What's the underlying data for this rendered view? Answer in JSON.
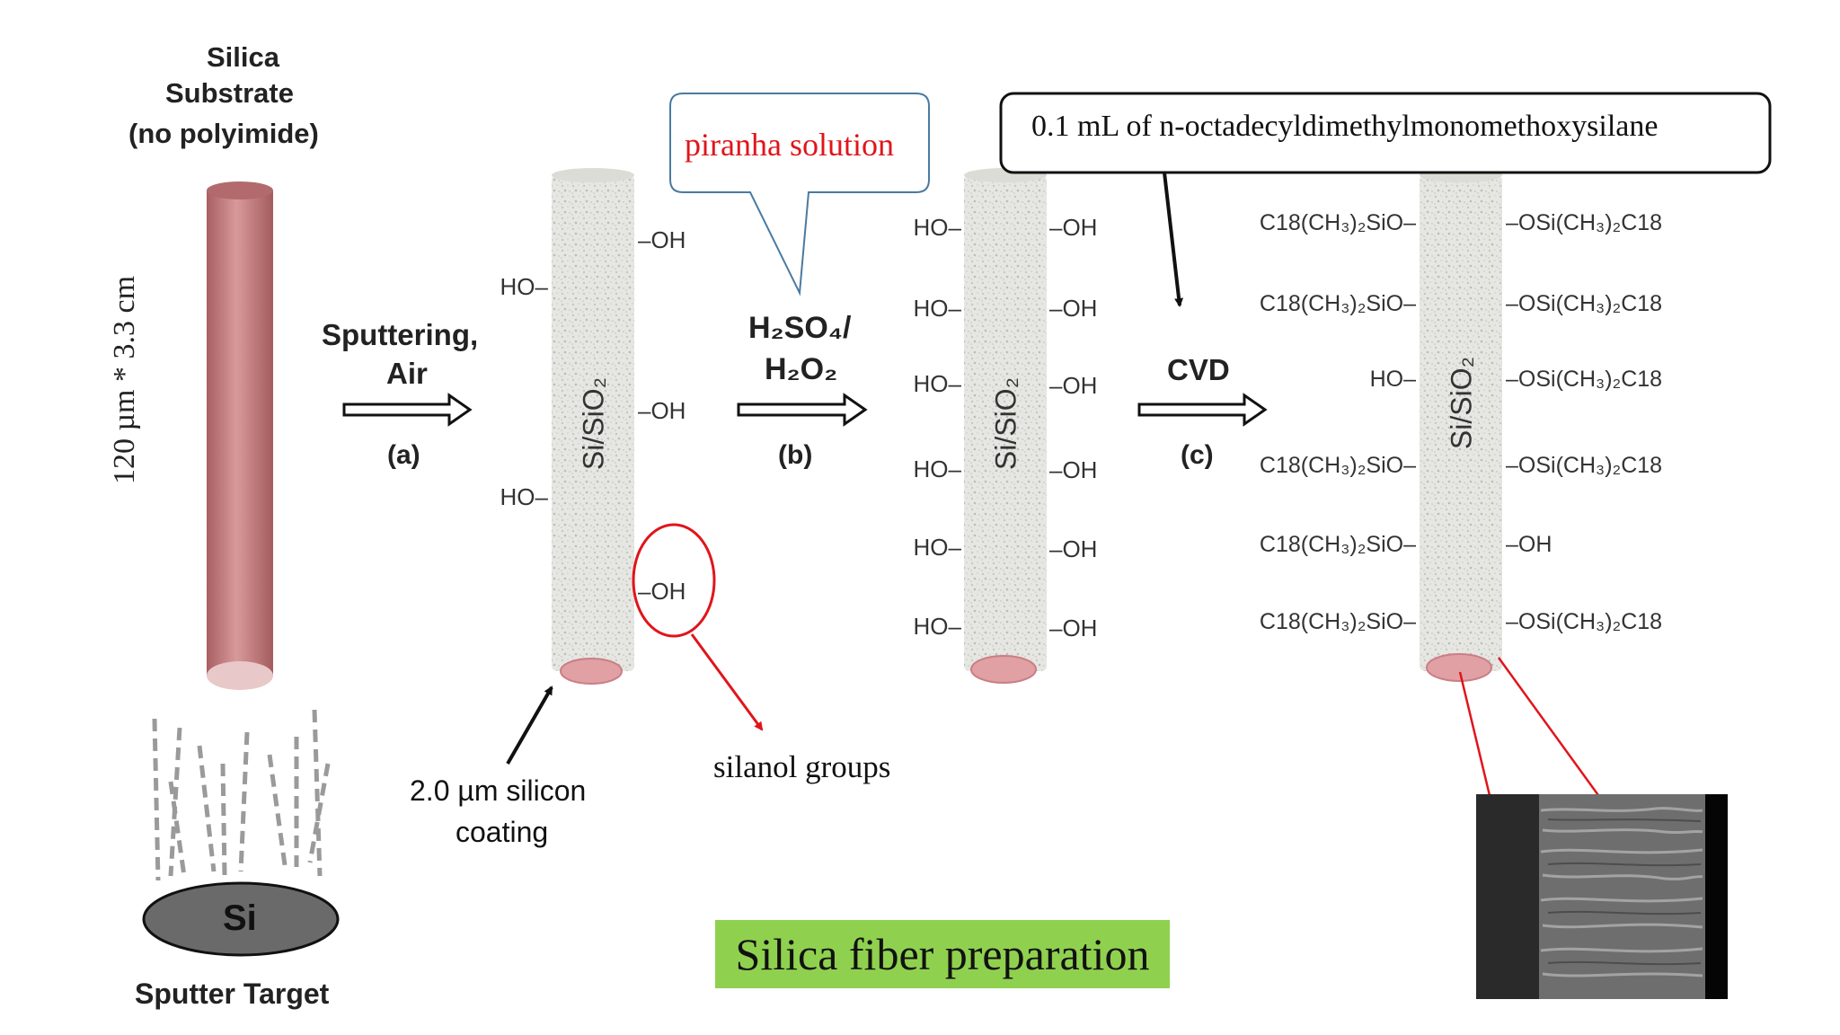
{
  "left_panel": {
    "substrate_title_line1": "Silica",
    "substrate_title_line2": "Substrate",
    "substrate_title_line3": "(no polyimide)",
    "dimension_label": "120 µm * 3.3 cm",
    "target_label": "Si",
    "sputter_target_label": "Sputter Target"
  },
  "step_a": {
    "condition_line1": "Sputtering,",
    "condition_line2": "Air",
    "step_label": "(a)"
  },
  "step_b": {
    "reagent_line1": "H₂SO₄/",
    "reagent_line2": "H₂O₂",
    "step_label": "(b)",
    "callout": "piranha solution"
  },
  "step_c": {
    "condition": "CVD",
    "step_label": "(c)",
    "callout": "0.1 mL of n-octadecyldimethylmonomethoxysilane"
  },
  "fiber_label": "Si/SiO₂",
  "fiber1_groups": {
    "right": [
      "–OH",
      "–OH",
      "–OH"
    ],
    "left": [
      "HO–",
      "HO–"
    ]
  },
  "fiber2_groups": {
    "left": [
      "HO–",
      "HO–",
      "HO–",
      "HO–",
      "HO–",
      "HO–"
    ],
    "right": [
      "–OH",
      "–OH",
      "–OH",
      "–OH",
      "–OH",
      "–OH"
    ]
  },
  "fiber3_groups": {
    "left": [
      "C18(CH₃)₂SiO–",
      "C18(CH₃)₂SiO–",
      "HO–",
      "C18(CH₃)₂SiO–",
      "C18(CH₃)₂SiO–",
      "C18(CH₃)₂SiO–"
    ],
    "right": [
      "–OSi(CH₃)₂C18",
      "–OSi(CH₃)₂C18",
      "–OSi(CH₃)₂C18",
      "–OSi(CH₃)₂C18",
      "–OH",
      "–OSi(CH₃)₂C18"
    ]
  },
  "annotations": {
    "coating_line1": "2.0 µm silicon",
    "coating_line2": "coating",
    "silanol": "silanol groups"
  },
  "title": "Silica fiber preparation",
  "colors": {
    "rod": "#c98384",
    "callout_text": "#e0151b",
    "arrow_red": "#e0151b",
    "title_bg": "#8fd14f"
  }
}
